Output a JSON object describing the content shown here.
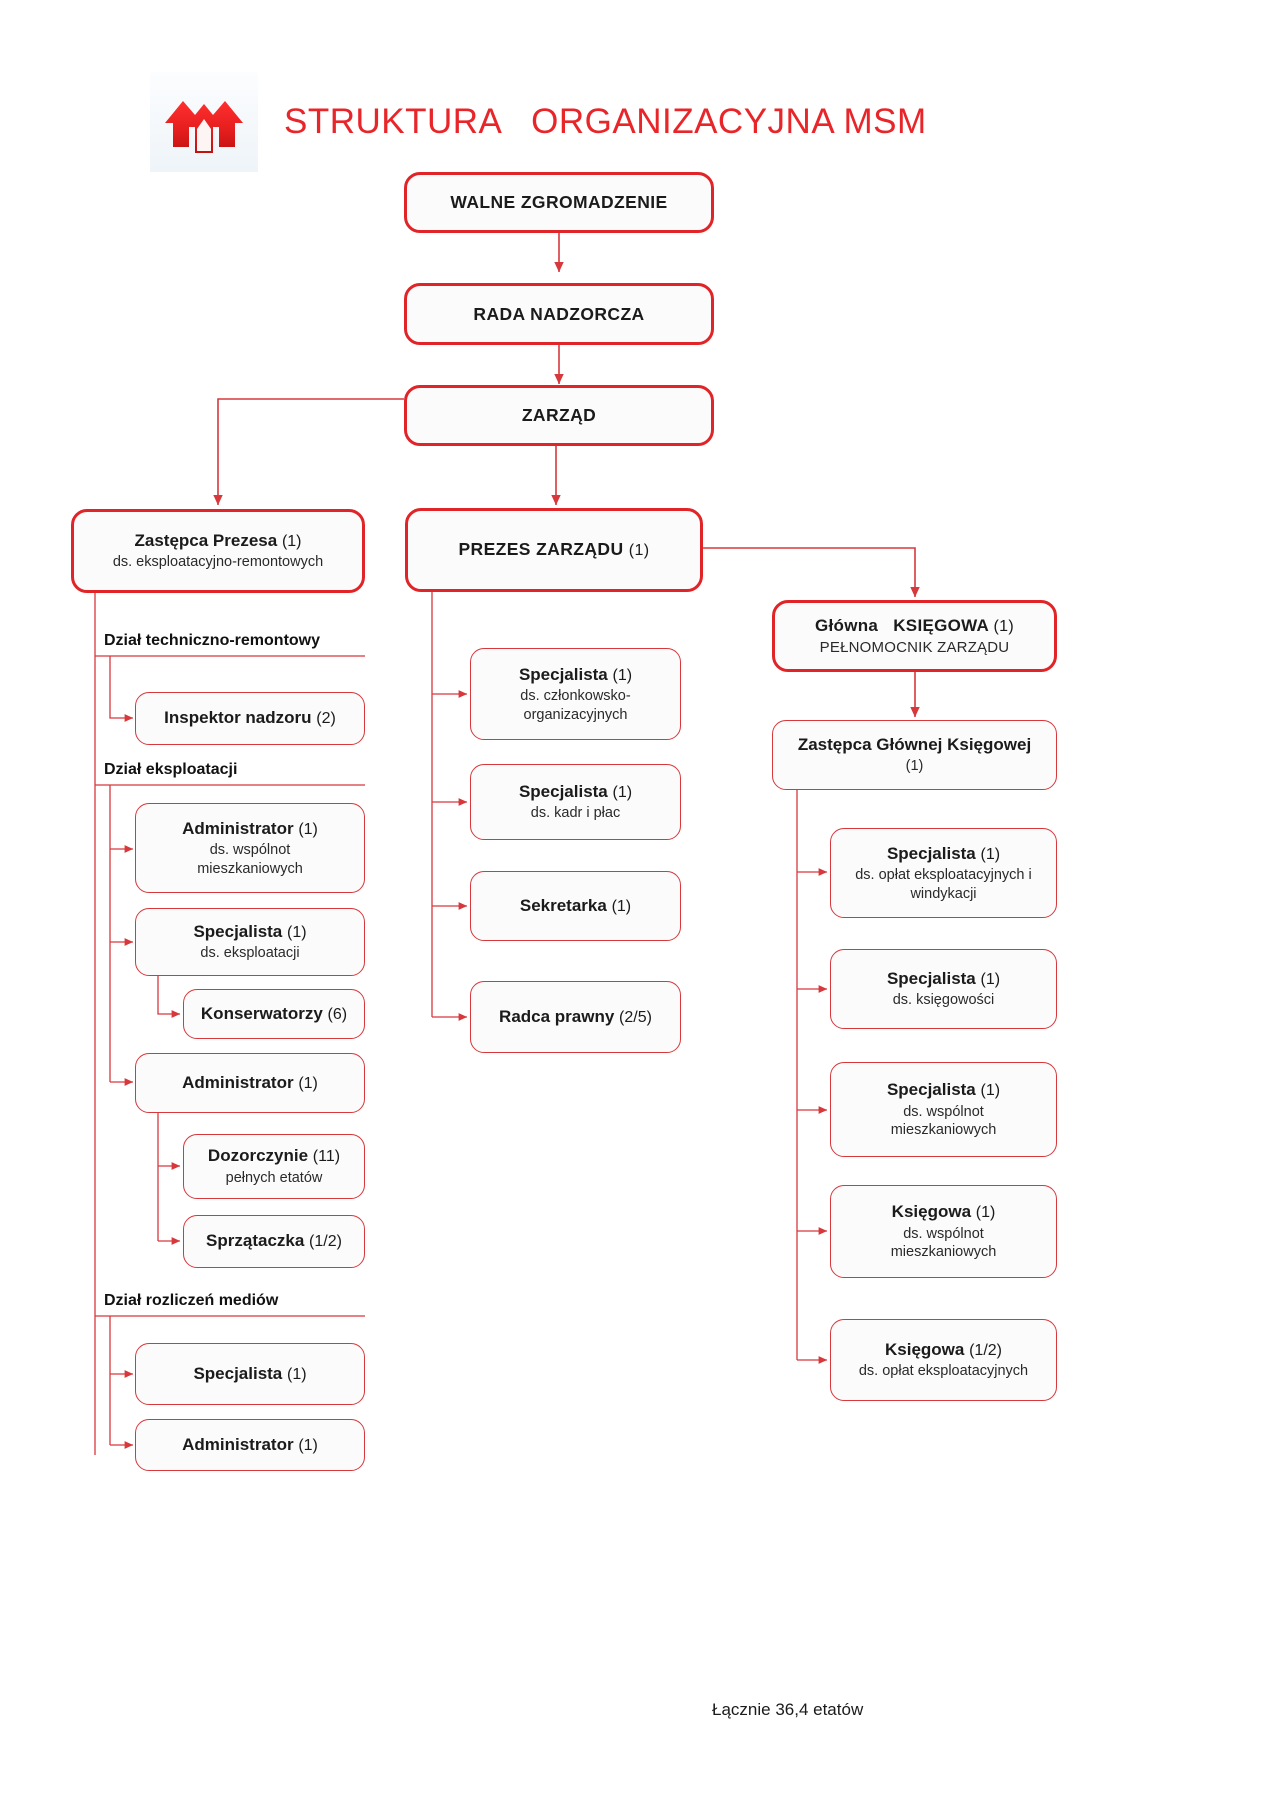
{
  "header": {
    "title": "STRUKTURA   ORGANIZACYJNA MSM",
    "logo_name": "msm-house-logo"
  },
  "footer": {
    "total_label": "Łącznie 36,4 etatów"
  },
  "colors": {
    "accent": "#e8262a",
    "box_border": "#d6383c",
    "box_border_strong": "#e02427",
    "box_fill": "#fbfbfb",
    "text": "#1b1b1b"
  },
  "top_chain": [
    {
      "title": "WALNE ZGROMADZENIE",
      "count": "",
      "sub": ""
    },
    {
      "title": "RADA NADZORCZA",
      "count": "",
      "sub": ""
    },
    {
      "title": "ZARZĄD",
      "count": "",
      "sub": ""
    }
  ],
  "executives": {
    "vice_president": {
      "title": "Zastępca Prezesa",
      "count": "(1)",
      "sub": "ds. eksploatacyjno-remontowych"
    },
    "president": {
      "title": "PREZES ZARZĄDU",
      "count": "(1)",
      "sub": ""
    },
    "chief_accountant": {
      "title": "Główna   KSIĘGOWA",
      "count": "(1)",
      "sub": "PEŁNOMOCNIK ZARZĄDU"
    },
    "deputy_chief_accountant": {
      "title": "Zastępca Głównej Księgowej",
      "count": "",
      "sub": "(1)"
    }
  },
  "departments": [
    {
      "label": "Dział techniczno-remontowy"
    },
    {
      "label": "Dział eksploatacji"
    },
    {
      "label": "Dział rozliczeń mediów"
    }
  ],
  "left_branch": [
    {
      "title": "Inspektor nadzoru",
      "count": "(2)",
      "sub": ""
    },
    {
      "title": "Administrator",
      "count": "(1)",
      "sub": "ds. wspólnot\nmieszkaniowych"
    },
    {
      "title": "Specjalista",
      "count": "(1)",
      "sub": "ds. eksploatacji"
    },
    {
      "title": "Konserwatorzy",
      "count": "(6)",
      "sub": ""
    },
    {
      "title": "Administrator",
      "count": "(1)",
      "sub": ""
    },
    {
      "title": "Dozorczynie",
      "count": "(11)",
      "sub": "pełnych etatów"
    },
    {
      "title": "Sprzątaczka",
      "count": "(1/2)",
      "sub": ""
    },
    {
      "title": "Specjalista",
      "count": "(1)",
      "sub": ""
    },
    {
      "title": "Administrator",
      "count": "(1)",
      "sub": ""
    }
  ],
  "middle_branch": [
    {
      "title": "Specjalista",
      "count": "(1)",
      "sub": "ds. członkowsko-\norganizacyjnych"
    },
    {
      "title": "Specjalista",
      "count": "(1)",
      "sub": "ds. kadr i płac"
    },
    {
      "title": "Sekretarka",
      "count": "(1)",
      "sub": ""
    },
    {
      "title": "Radca prawny",
      "count": "(2/5)",
      "sub": ""
    }
  ],
  "right_branch": [
    {
      "title": "Specjalista",
      "count": "(1)",
      "sub": "ds. opłat eksploatacyjnych i\nwindykacji"
    },
    {
      "title": "Specjalista",
      "count": "(1)",
      "sub": "ds. księgowości"
    },
    {
      "title": "Specjalista",
      "count": "(1)",
      "sub": "ds. wspólnot\nmieszkaniowych"
    },
    {
      "title": "Księgowa",
      "count": "(1)",
      "sub": "ds. wspólnot\nmieszkaniowych"
    },
    {
      "title": "Księgowa",
      "count": "(1/2)",
      "sub": "ds. opłat eksploatacyjnych"
    }
  ]
}
